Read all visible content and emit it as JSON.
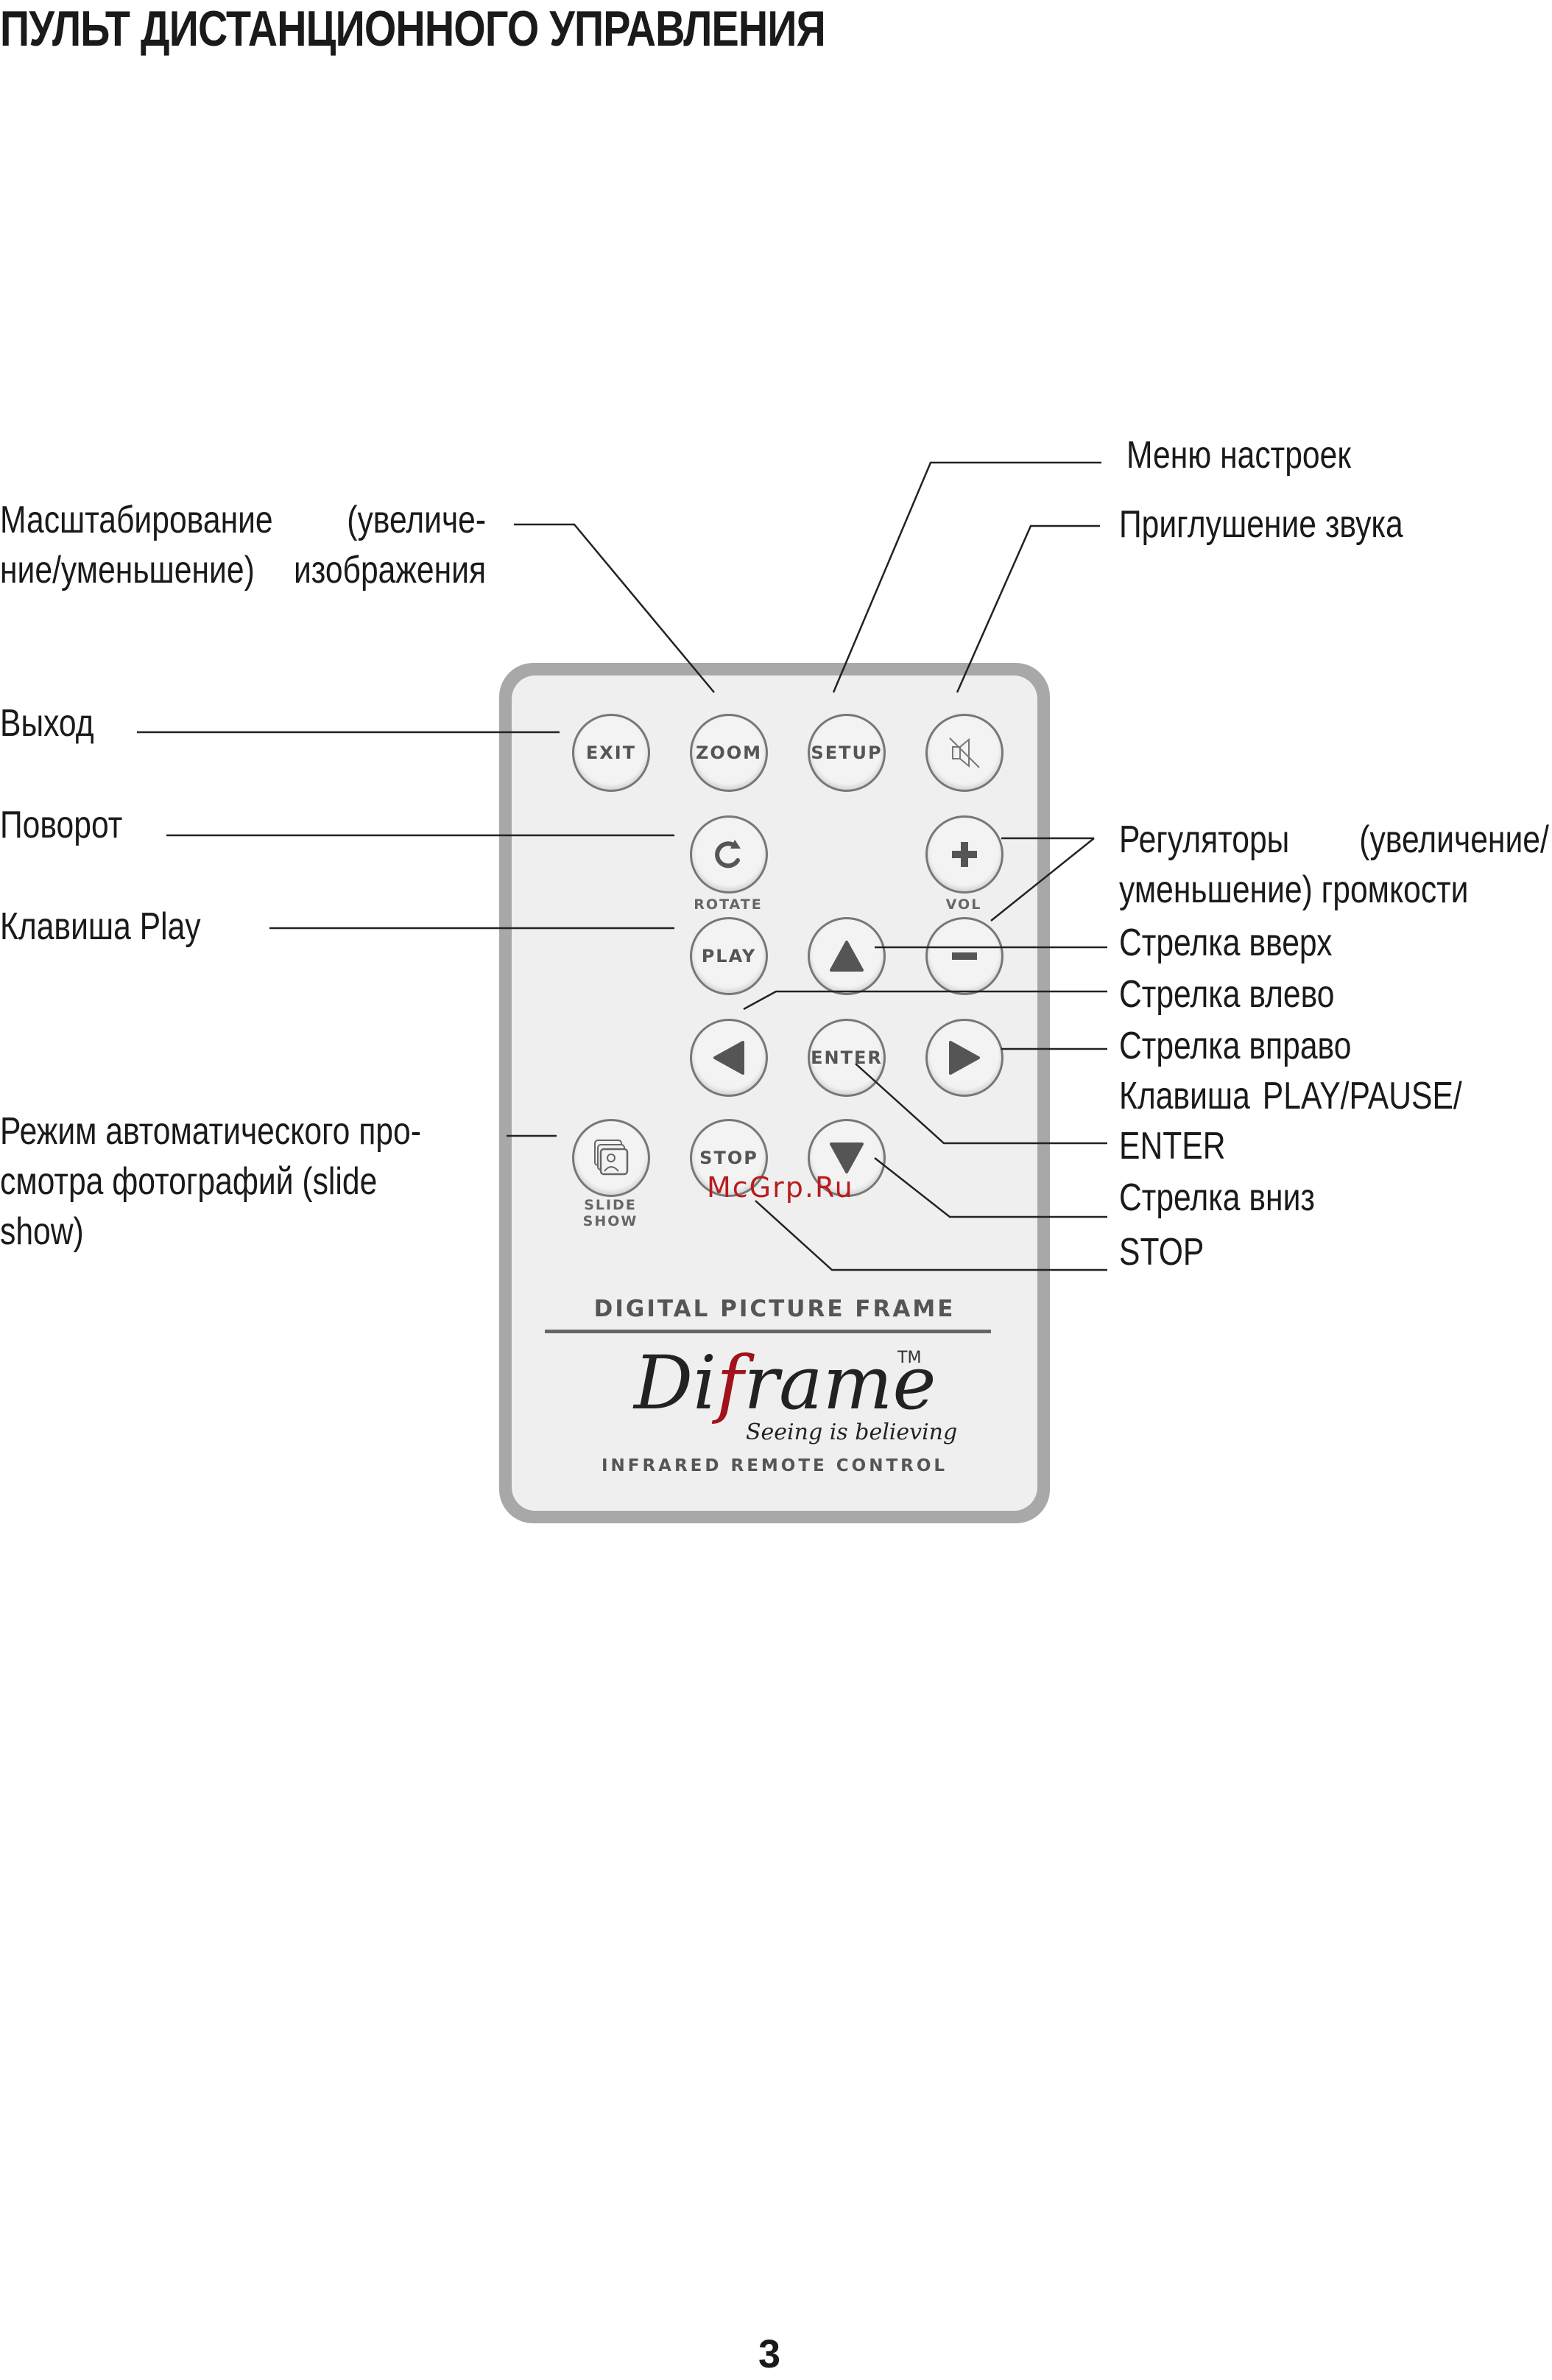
{
  "title": "ПУЛЬТ ДИСТАНЦИОННОГО УПРАВЛЕНИЯ",
  "labels_left": {
    "zoom": [
      "Масштабирование (увеличе-",
      "ние/уменьшение) изображения"
    ],
    "exit": "Выход",
    "rotate": "Поворот",
    "play": "Клавиша Play",
    "slideshow": [
      "Режим автоматического про-",
      "смотра фотографий (slide",
      "show)"
    ]
  },
  "labels_right": {
    "setup": "Меню настроек",
    "mute": "Приглушение звука",
    "volume": [
      "Регуляторы (увеличение/",
      "уменьшение) громкости"
    ],
    "up": "Стрелка вверх",
    "left": "Стрелка влево",
    "right": "Стрелка вправо",
    "enter": [
      "Клавиша PLAY/PAUSE/",
      "ENTER"
    ],
    "down": "Стрелка вниз",
    "stop": "STOP"
  },
  "remote": {
    "buttons": {
      "exit": "EXIT",
      "zoom": "ZOOM",
      "setup": "SETUP",
      "play": "PLAY",
      "enter": "ENTER",
      "stop": "STOP"
    },
    "captions": {
      "rotate": "ROTATE",
      "vol": "VOL",
      "slide": "SLIDE",
      "show": "SHOW"
    },
    "frame_title": "DIGITAL PICTURE FRAME",
    "brand_pre": "Di",
    "brand_f": "f",
    "brand_post": "rame",
    "trademark": "TM",
    "tagline": "Seeing is believing",
    "subtitle": "INFRARED REMOTE CONTROL"
  },
  "watermark": "McGrp.Ru",
  "page_number": "3",
  "colors": {
    "brand_red": "#a0121c",
    "remote_border": "#a8a8a8",
    "watermark": "#b91c1c"
  }
}
